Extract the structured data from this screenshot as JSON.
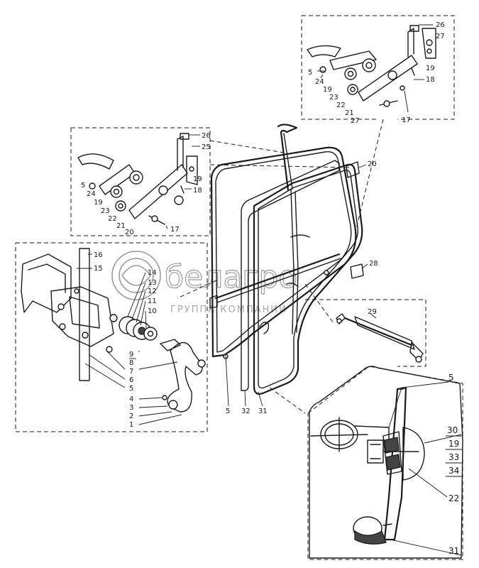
{
  "watermark": {
    "brand": "белагро",
    "subtitle": "ГРУППА КОМПАНИЙ",
    "symbol": "белагро-logo"
  },
  "callouts": {
    "top_right": [
      "26",
      "27",
      "5",
      "24",
      "19",
      "23",
      "22",
      "21",
      "27",
      "19",
      "18",
      "17"
    ],
    "middle_left": [
      "26",
      "25",
      "5",
      "24",
      "19",
      "23",
      "22",
      "21",
      "20",
      "19",
      "18",
      "17"
    ],
    "lower_left": [
      "16",
      "15",
      "14",
      "13",
      "12",
      "11",
      "10",
      "9",
      "8",
      "7",
      "6",
      "5",
      "4",
      "3",
      "2",
      "1"
    ],
    "door": [
      "20",
      "28",
      "29",
      "5",
      "32",
      "31"
    ],
    "detail": [
      "5",
      "30",
      "19",
      "33",
      "34",
      "22",
      "31"
    ]
  }
}
